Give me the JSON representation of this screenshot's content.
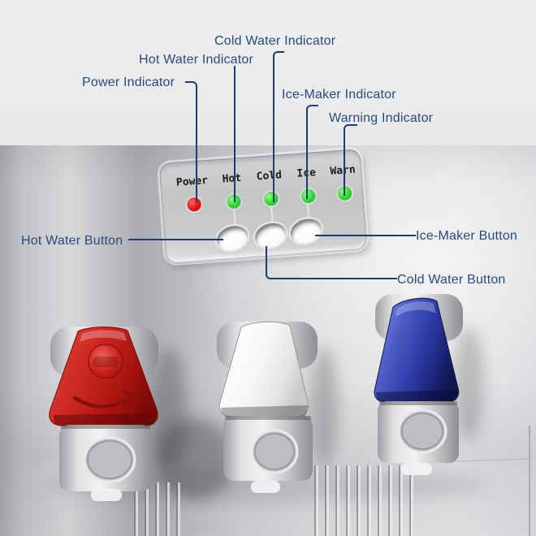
{
  "annotations": {
    "indicator_labels": [
      {
        "id": "power",
        "text": "Power Indicator"
      },
      {
        "id": "hot",
        "text": "Hot Water Indicator"
      },
      {
        "id": "cold",
        "text": "Cold Water Indicator"
      },
      {
        "id": "ice",
        "text": "Ice-Maker Indicator"
      },
      {
        "id": "warn",
        "text": "Warning Indicator"
      }
    ],
    "button_labels": [
      {
        "id": "hot",
        "text": "Hot Water Button"
      },
      {
        "id": "ice",
        "text": "Ice-Maker Button"
      },
      {
        "id": "cold",
        "text": "Cold Water Button"
      }
    ]
  },
  "panel": {
    "labels": [
      "Power",
      "Hot",
      "Cold",
      "Ice",
      "Warn"
    ],
    "leds": [
      {
        "name": "power",
        "color": "#e31313"
      },
      {
        "name": "hot",
        "color": "#33d433"
      },
      {
        "name": "cold",
        "color": "#33d433"
      },
      {
        "name": "ice",
        "color": "#33d433"
      },
      {
        "name": "warn",
        "color": "#33d433"
      }
    ],
    "buttons": [
      "hot-water",
      "cold-water",
      "ice-maker"
    ]
  },
  "faucets": [
    {
      "name": "hot-water-faucet",
      "cap_color": "#c9221d"
    },
    {
      "name": "cold-water-faucet",
      "cap_color": "#f4f4f2"
    },
    {
      "name": "ice-maker-faucet",
      "cap_color": "#3240ae"
    }
  ],
  "colors": {
    "annotation_text": "#2b4a7c",
    "annotation_line": "#1e3c72",
    "led_red": "#e31313",
    "led_green": "#33d433",
    "panel_gray": "#c8c9cb",
    "body_silver": "#c2c3c6",
    "background_top": "#eceef0"
  }
}
